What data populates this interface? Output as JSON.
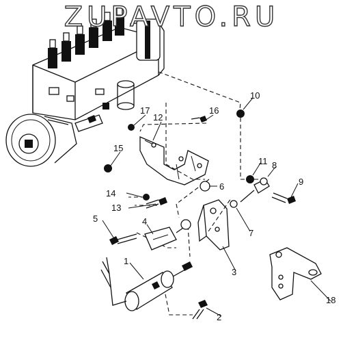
{
  "watermark": "ZUPAVTO.RU",
  "callouts": [
    "1",
    "2",
    "3",
    "4",
    "5",
    "6",
    "7",
    "8",
    "9",
    "10",
    "11",
    "12",
    "13",
    "14",
    "15",
    "16",
    "17",
    "18"
  ]
}
